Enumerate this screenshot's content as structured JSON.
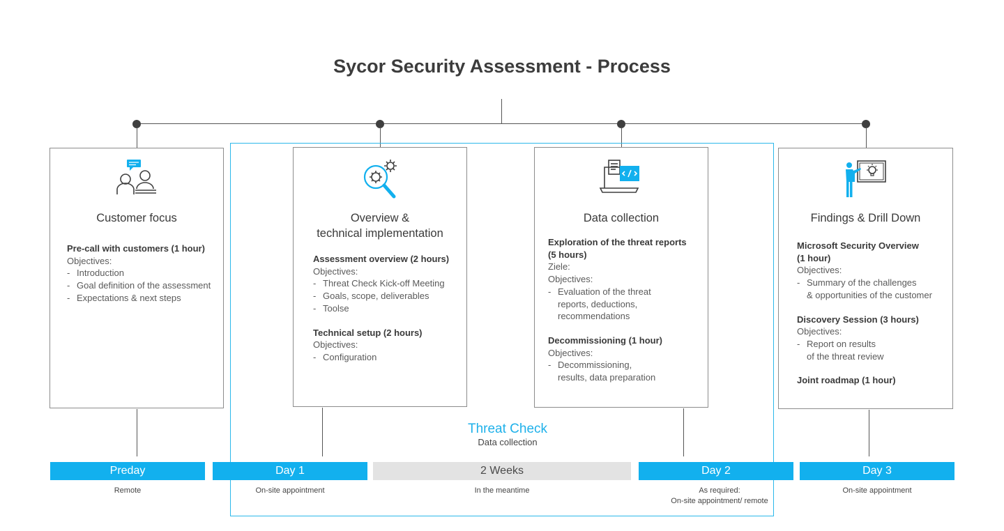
{
  "title": "Sycor Security Assessment - Process",
  "colors": {
    "accent": "#12b0ee",
    "frame": "#2bb8ea",
    "grey_bar": "#e3e3e3",
    "line": "#555555"
  },
  "threat_check": {
    "name": "Threat Check",
    "subtitle": "Data collection"
  },
  "cards": [
    {
      "icon": "customer-chat-icon",
      "title_lines": [
        "Customer focus"
      ],
      "sections": [
        {
          "heading_lines": [
            "Pre-call with customers (1 hour)"
          ],
          "lines": [
            "Objectives:"
          ],
          "bullets": [
            [
              "Introduction"
            ],
            [
              "Goal definition of the assessment"
            ],
            [
              "Expectations & next steps"
            ]
          ]
        }
      ]
    },
    {
      "icon": "magnifier-gear-icon",
      "title_lines": [
        "Overview &",
        "technical implementation"
      ],
      "sections": [
        {
          "heading_lines": [
            "Assessment overview (2 hours)"
          ],
          "lines": [
            "Objectives:"
          ],
          "bullets": [
            [
              "Threat Check Kick-off Meeting"
            ],
            [
              "Goals, scope, deliverables"
            ],
            [
              "Toolse"
            ]
          ]
        },
        {
          "heading_lines": [
            "Technical setup (2 hours)"
          ],
          "lines": [
            "Objectives:"
          ],
          "bullets": [
            [
              "Configuration"
            ]
          ]
        }
      ]
    },
    {
      "icon": "laptop-code-icon",
      "title_lines": [
        "Data collection"
      ],
      "sections": [
        {
          "heading_lines": [
            "Exploration of the threat reports",
            "(5 hours)"
          ],
          "lines": [
            "Ziele:",
            "Objectives:"
          ],
          "bullets": [
            [
              "Evaluation of the threat",
              "reports, deductions,",
              "recommendations"
            ]
          ]
        },
        {
          "heading_lines": [
            "Decommissioning (1 hour)"
          ],
          "lines": [
            "Objectives:"
          ],
          "bullets": [
            [
              "Decommissioning,",
              "results, data preparation"
            ]
          ]
        }
      ]
    },
    {
      "icon": "presenter-board-icon",
      "title_lines": [
        "Findings & Drill Down"
      ],
      "sections": [
        {
          "heading_lines": [
            "Microsoft Security Overview",
            "(1 hour)"
          ],
          "lines": [
            "Objectives:"
          ],
          "bullets": [
            [
              "Summary of the challenges",
              "& opportunities of the customer"
            ]
          ]
        },
        {
          "heading_lines": [
            "Discovery Session (3 hours)"
          ],
          "lines": [
            "Objectives:"
          ],
          "bullets": [
            [
              "Report on results",
              "of the threat review"
            ]
          ]
        },
        {
          "heading_lines": [
            "Joint roadmap (1 hour)"
          ],
          "lines": [],
          "bullets": []
        }
      ]
    }
  ],
  "timeline": [
    {
      "label": "Preday",
      "sub": [
        "Remote"
      ],
      "style": "accent"
    },
    {
      "label": "Day 1",
      "sub": [
        "On-site appointment"
      ],
      "style": "accent"
    },
    {
      "label": "2 Weeks",
      "sub": [
        "In the meantime"
      ],
      "style": "grey"
    },
    {
      "label": "Day 2",
      "sub": [
        "As required:",
        "On-site appointment/ remote"
      ],
      "style": "accent"
    },
    {
      "label": "Day 3",
      "sub": [
        "On-site appointment"
      ],
      "style": "accent"
    }
  ]
}
